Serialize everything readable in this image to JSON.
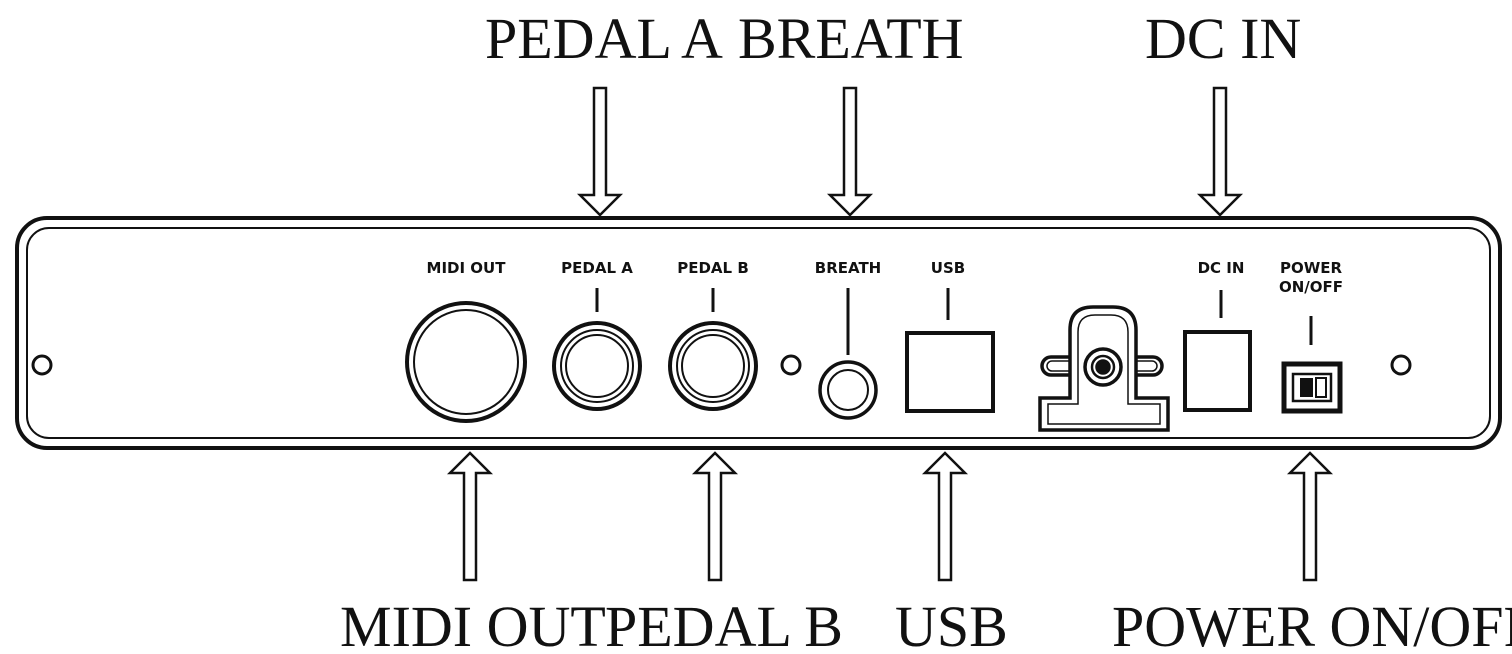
{
  "callouts": {
    "top": [
      "PEDAL A",
      "BREATH",
      "DC IN"
    ],
    "bottom": [
      "MIDI OUT",
      "PEDAL B",
      "USB",
      "POWER ON/OFF"
    ]
  },
  "panel_labels": {
    "midi_out": "MIDI OUT",
    "pedal_a": "PEDAL A",
    "pedal_b": "PEDAL B",
    "breath": "BREATH",
    "usb": "USB",
    "dc_in": "DC IN",
    "power_line1": "POWER",
    "power_line2": "ON/OFF"
  },
  "colors": {
    "ink": "#111111",
    "background": "#ffffff"
  }
}
